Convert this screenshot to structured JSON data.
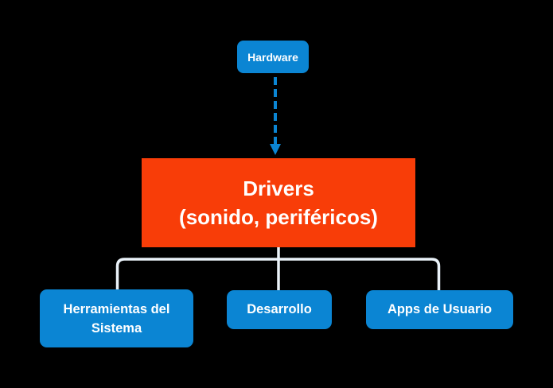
{
  "diagram": {
    "background_color": "#000000",
    "colors": {
      "node_blue": "#0B85D3",
      "node_orange": "#F83D08",
      "connector": "#EAF2F9",
      "text": "#FFFFFF"
    },
    "nodes": {
      "hardware": {
        "label": "Hardware"
      },
      "drivers": {
        "line1": "Drivers",
        "line2": "(sonido, periféricos)"
      },
      "herramientas": {
        "label": "Herramientas del Sistema"
      },
      "desarrollo": {
        "label": "Desarrollo"
      },
      "apps": {
        "label": "Apps de Usuario"
      }
    },
    "edges": [
      {
        "from": "hardware",
        "to": "drivers",
        "style": "dashed-arrow"
      },
      {
        "from": "drivers",
        "to": "herramientas",
        "style": "solid"
      },
      {
        "from": "drivers",
        "to": "desarrollo",
        "style": "solid"
      },
      {
        "from": "drivers",
        "to": "apps",
        "style": "solid"
      }
    ]
  }
}
